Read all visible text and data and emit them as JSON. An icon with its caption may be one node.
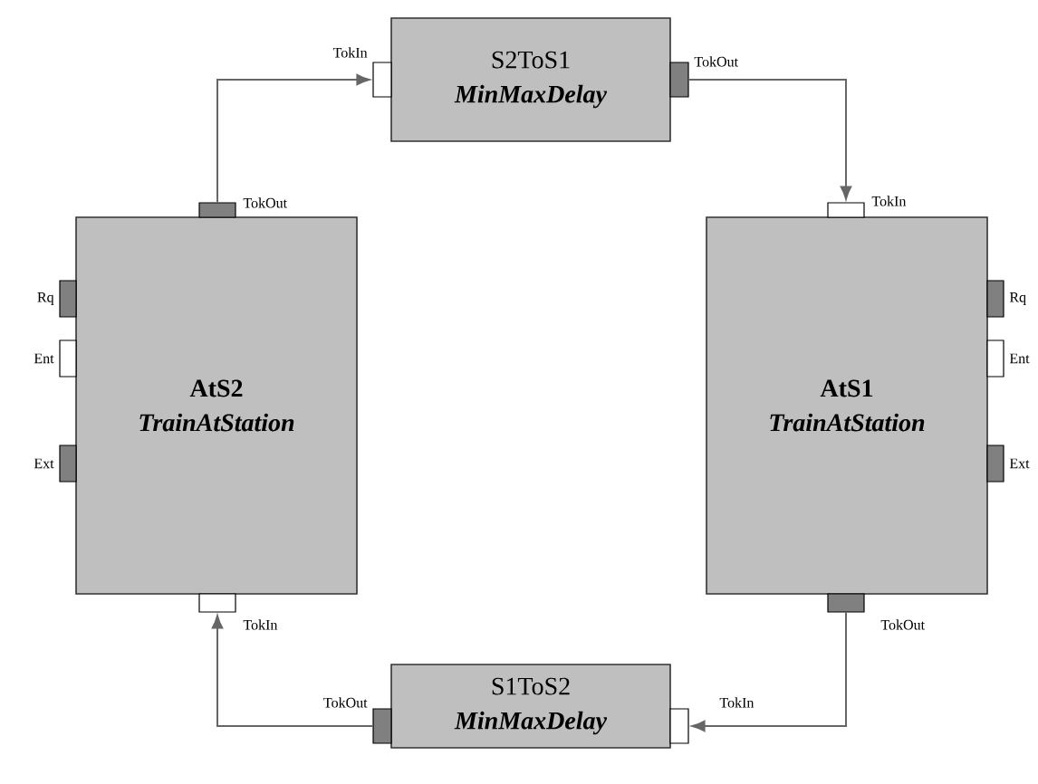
{
  "diagram": {
    "nodes": [
      {
        "text": [
          "S2ToS1",
          "MinMaxDelay"
        ]
      },
      {
        "text": [],
        "shape": "box",
        "beside": [
          "TokIn"
        ]
      },
      {
        "text": [],
        "shape": "box",
        "beside": [
          "TokOut"
        ]
      },
      {
        "text": [
          "AtS2",
          "TrainAtStation"
        ]
      },
      {
        "text": [],
        "shape": "box",
        "beside": [
          "TokOut"
        ]
      },
      {
        "text": [],
        "shape": "box",
        "beside": [
          "Rq"
        ]
      },
      {
        "text": [],
        "shape": "box",
        "beside": [
          "Ent"
        ]
      },
      {
        "text": [],
        "shape": "box",
        "beside": [
          "Ext"
        ]
      },
      {
        "text": [],
        "shape": "box",
        "beside": [
          "TokIn"
        ]
      },
      {
        "text": [
          "AtS1",
          "TrainAtStation"
        ]
      },
      {
        "text": [],
        "shape": "box",
        "beside": [
          "TokIn"
        ]
      },
      {
        "text": [],
        "shape": "box",
        "beside": [
          "Rq"
        ]
      },
      {
        "text": [],
        "shape": "box",
        "beside": [
          "Ent"
        ]
      },
      {
        "text": [],
        "shape": "box",
        "beside": [
          "Ext"
        ]
      },
      {
        "text": [],
        "shape": "box",
        "beside": [
          "TokOut"
        ]
      },
      {
        "text": [
          "S1ToS2",
          "MinMaxDelay"
        ]
      },
      {
        "text": [],
        "shape": "box",
        "beside": [
          "TokOut"
        ]
      },
      {
        "text": [],
        "shape": "box",
        "beside": [
          "TokIn"
        ]
      }
    ],
    "edges": [
      {
        "from": 4,
        "to": 1,
        "arrow": "to"
      },
      {
        "from": 2,
        "to": 10,
        "arrow": "to"
      },
      {
        "from": 14,
        "to": 17,
        "arrow": "to"
      },
      {
        "from": 16,
        "to": 8,
        "arrow": "to"
      }
    ]
  }
}
